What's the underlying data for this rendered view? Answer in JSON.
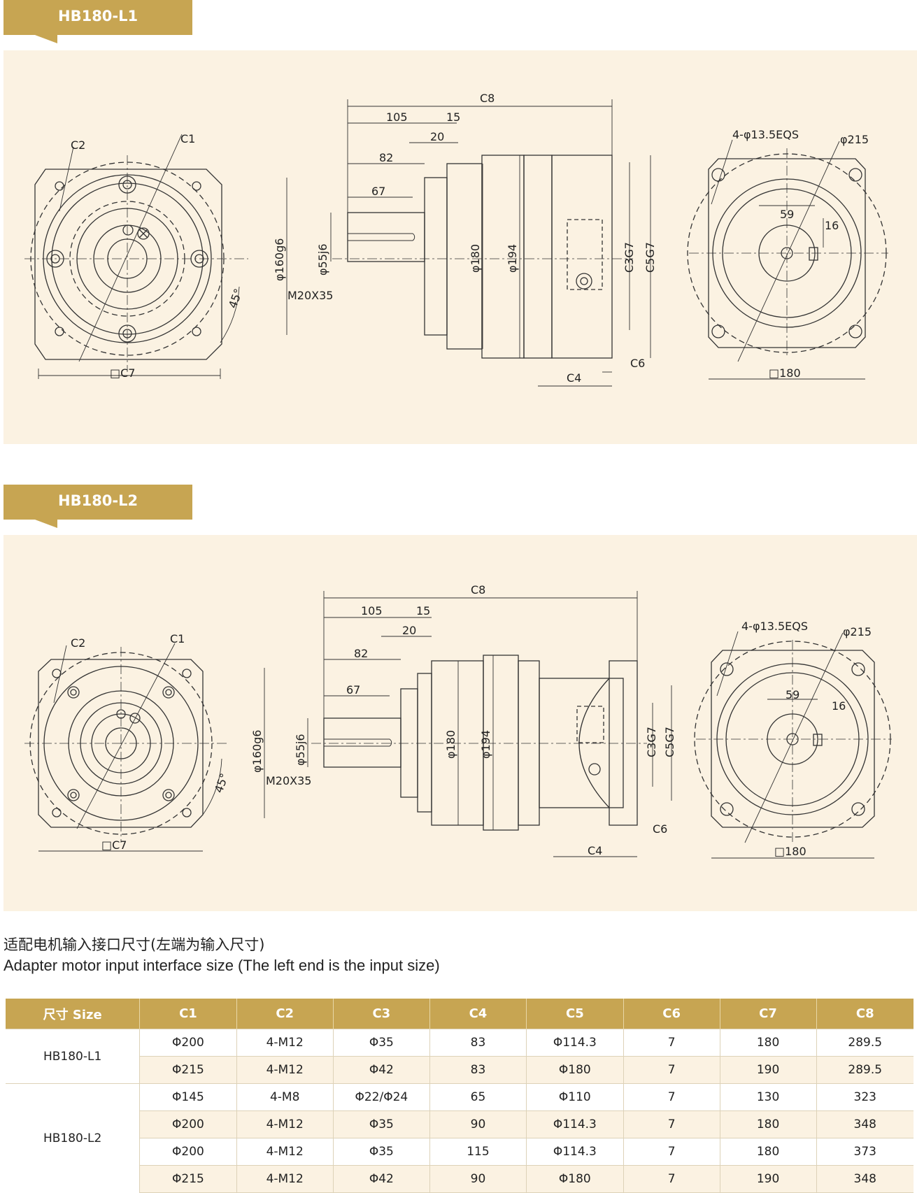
{
  "sections": [
    {
      "tab_label": "HB180-L1",
      "dims": {
        "c8": "C8",
        "d105": "105",
        "d15": "15",
        "d20": "20",
        "d82": "82",
        "d67": "67",
        "phi160": "φ160g6",
        "phi55": "φ55j6",
        "m20": "M20X35",
        "phi180": "φ180",
        "phi194": "φ194",
        "c3": "C3G7",
        "c5": "C5G7",
        "c4": "C4",
        "c6": "C6",
        "c1": "C1",
        "c2": "C2",
        "c7": "□C7",
        "bolt": "4-φ13.5EQS",
        "phi215": "φ215",
        "d59": "59",
        "d16": "16",
        "sq180": "□180",
        "angle": "45°"
      }
    },
    {
      "tab_label": "HB180-L2",
      "dims": {
        "c8": "C8",
        "d105": "105",
        "d15": "15",
        "d20": "20",
        "d82": "82",
        "d67": "67",
        "phi160": "φ160g6",
        "phi55": "φ55j6",
        "m20": "M20X35",
        "phi180": "φ180",
        "phi194": "φ194",
        "c3": "C3G7",
        "c5": "C5G7",
        "c4": "C4",
        "c6": "C6",
        "c1": "C1",
        "c2": "C2",
        "c7": "□C7",
        "bolt": "4-φ13.5EQS",
        "phi215": "φ215",
        "d59": "59",
        "d16": "16",
        "sq180": "□180",
        "angle": "45°"
      }
    }
  ],
  "caption": {
    "zh": "适配电机输入接口尺寸(左端为输入尺寸)",
    "en": "Adapter motor input interface size (The left end is the input size)"
  },
  "table": {
    "headers": [
      "尺寸 Size",
      "C1",
      "C2",
      "C3",
      "C4",
      "C5",
      "C6",
      "C7",
      "C8"
    ],
    "groups": [
      {
        "model": "HB180-L1",
        "rows": [
          [
            "Φ200",
            "4-M12",
            "Φ35",
            "83",
            "Φ114.3",
            "7",
            "180",
            "289.5"
          ],
          [
            "Φ215",
            "4-M12",
            "Φ42",
            "83",
            "Φ180",
            "7",
            "190",
            "289.5"
          ]
        ]
      },
      {
        "model": "HB180-L2",
        "rows": [
          [
            "Φ145",
            "4-M8",
            "Φ22/Φ24",
            "65",
            "Φ110",
            "7",
            "130",
            "323"
          ],
          [
            "Φ200",
            "4-M12",
            "Φ35",
            "90",
            "Φ114.3",
            "7",
            "180",
            "348"
          ],
          [
            "Φ200",
            "4-M12",
            "Φ35",
            "115",
            "Φ114.3",
            "7",
            "180",
            "373"
          ],
          [
            "Φ215",
            "4-M12",
            "Φ42",
            "90",
            "Φ180",
            "7",
            "190",
            "348"
          ]
        ]
      }
    ]
  }
}
